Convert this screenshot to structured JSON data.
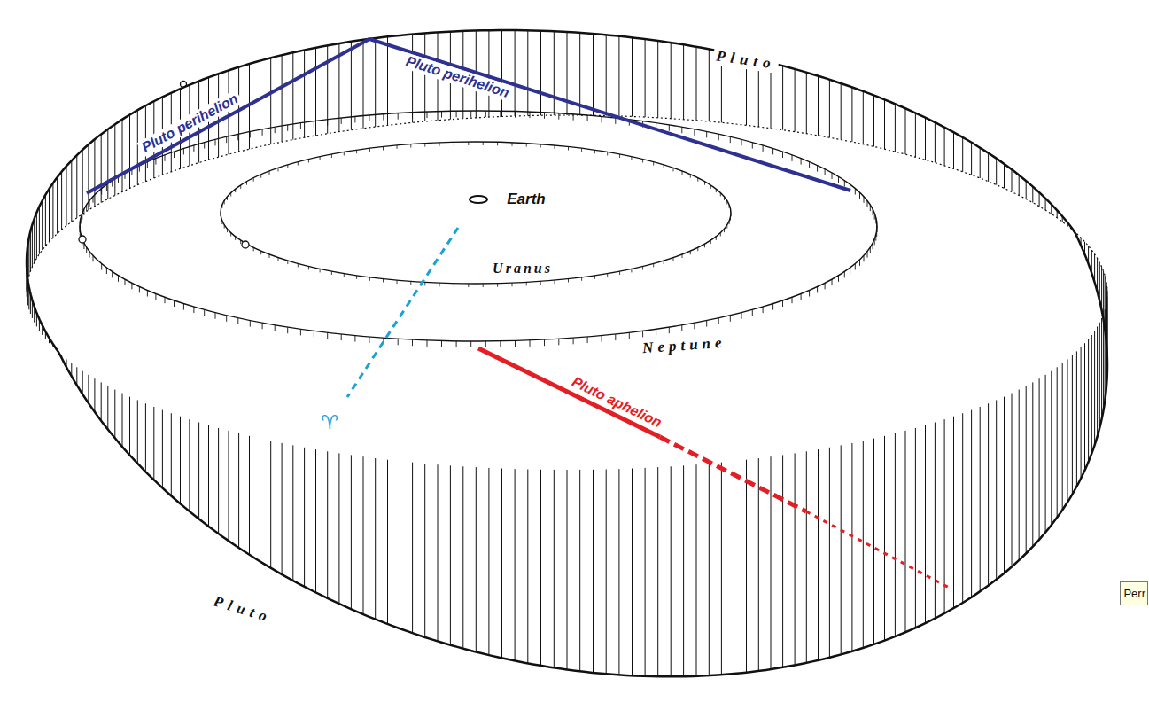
{
  "diagram": {
    "labels": [
      "Pluto",
      "Pluto perihelion",
      "Pluto perihelion",
      "Earth",
      "Uranus",
      "Neptune",
      "♈",
      "Pluto aphelion",
      "Pluto",
      "Perr"
    ]
  }
}
